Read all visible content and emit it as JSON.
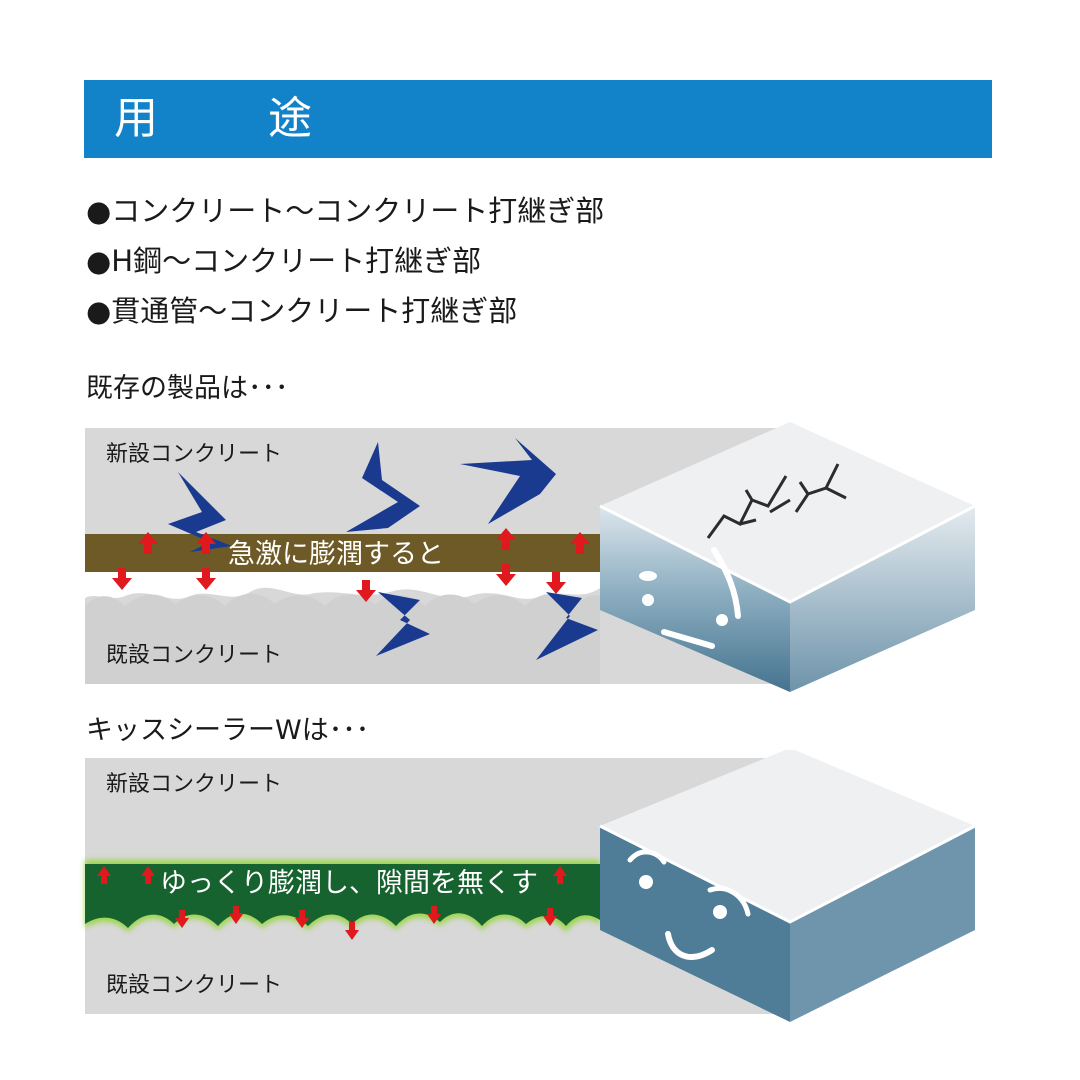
{
  "header": {
    "title": "用 途"
  },
  "uses": [
    "●コンクリート〜コンクリート打継ぎ部",
    "●H鋼〜コンクリート打継ぎ部",
    "●貫通管〜コンクリート打継ぎ部"
  ],
  "existing": {
    "section_label": "既存の製品は･･･",
    "new_concrete": "新設コンクリート",
    "old_concrete": "既設コンクリート",
    "band_text": "急激に膨潤すると"
  },
  "kiss": {
    "section_label": "キッスシーラーWは･･･",
    "new_concrete": "新設コンクリート",
    "old_concrete": "既設コンクリート",
    "band_text": "ゆっくり膨潤し、隙間を無くす"
  },
  "colors": {
    "header_bg": "#1283c9",
    "concrete": "#d9d9d9",
    "band_brown": "#6e5a26",
    "band_green": "#17632f",
    "glow_green": "#9bd64a",
    "arrow_red": "#e0191e",
    "crack_blue": "#1a3a8f"
  }
}
